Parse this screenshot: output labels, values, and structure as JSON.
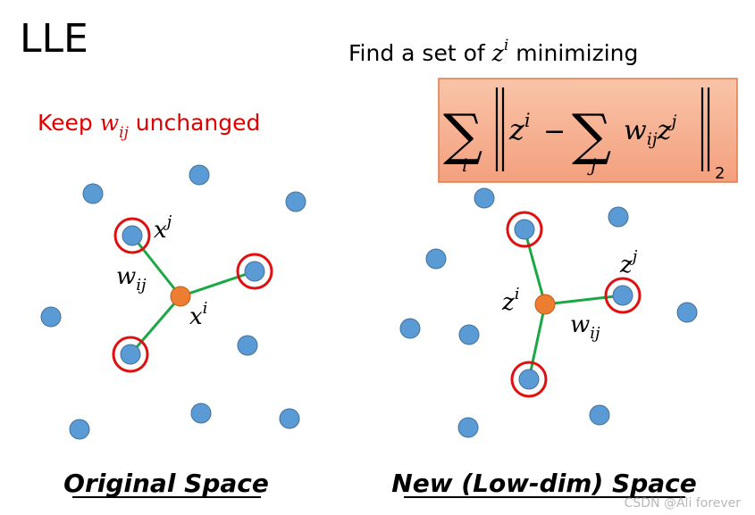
{
  "title": "LLE",
  "heading": {
    "text": "Find a set of ",
    "var": "z",
    "sup": "i",
    "after": " minimizing"
  },
  "keep": {
    "pre": "Keep ",
    "var": "w",
    "sub": "ij",
    "post": " unchanged"
  },
  "formula": {
    "sum1_index": "i",
    "z": "z",
    "z_sup": "i",
    "minus": "−",
    "sum2_index": "j",
    "w": "w",
    "w_sub": "ij",
    "zj": "z",
    "zj_sup": "j",
    "norm_sub": "2"
  },
  "left_labels": {
    "xj": "x",
    "xj_sup": "j",
    "w": "w",
    "w_sub": "ij",
    "xi": "x",
    "xi_sup": "i"
  },
  "right_labels": {
    "zj": "z",
    "zj_sup": "j",
    "zi": "z",
    "zi_sup": "i",
    "w": "w",
    "w_sub": "ij"
  },
  "captions": {
    "left": "Original Space",
    "right": "New (Low-dim) Space"
  },
  "watermark": "CSDN @Ali forever",
  "colors": {
    "point": "#5b9bd5",
    "point_stroke": "#41719c",
    "center": "#ed7d31",
    "edge": "#1aa844",
    "ring": "#e01010",
    "keep_text": "#e00000",
    "formula_fill_top": "#f9c4a8",
    "formula_fill_bottom": "#f3a07e",
    "formula_stroke": "#e07a4a"
  }
}
